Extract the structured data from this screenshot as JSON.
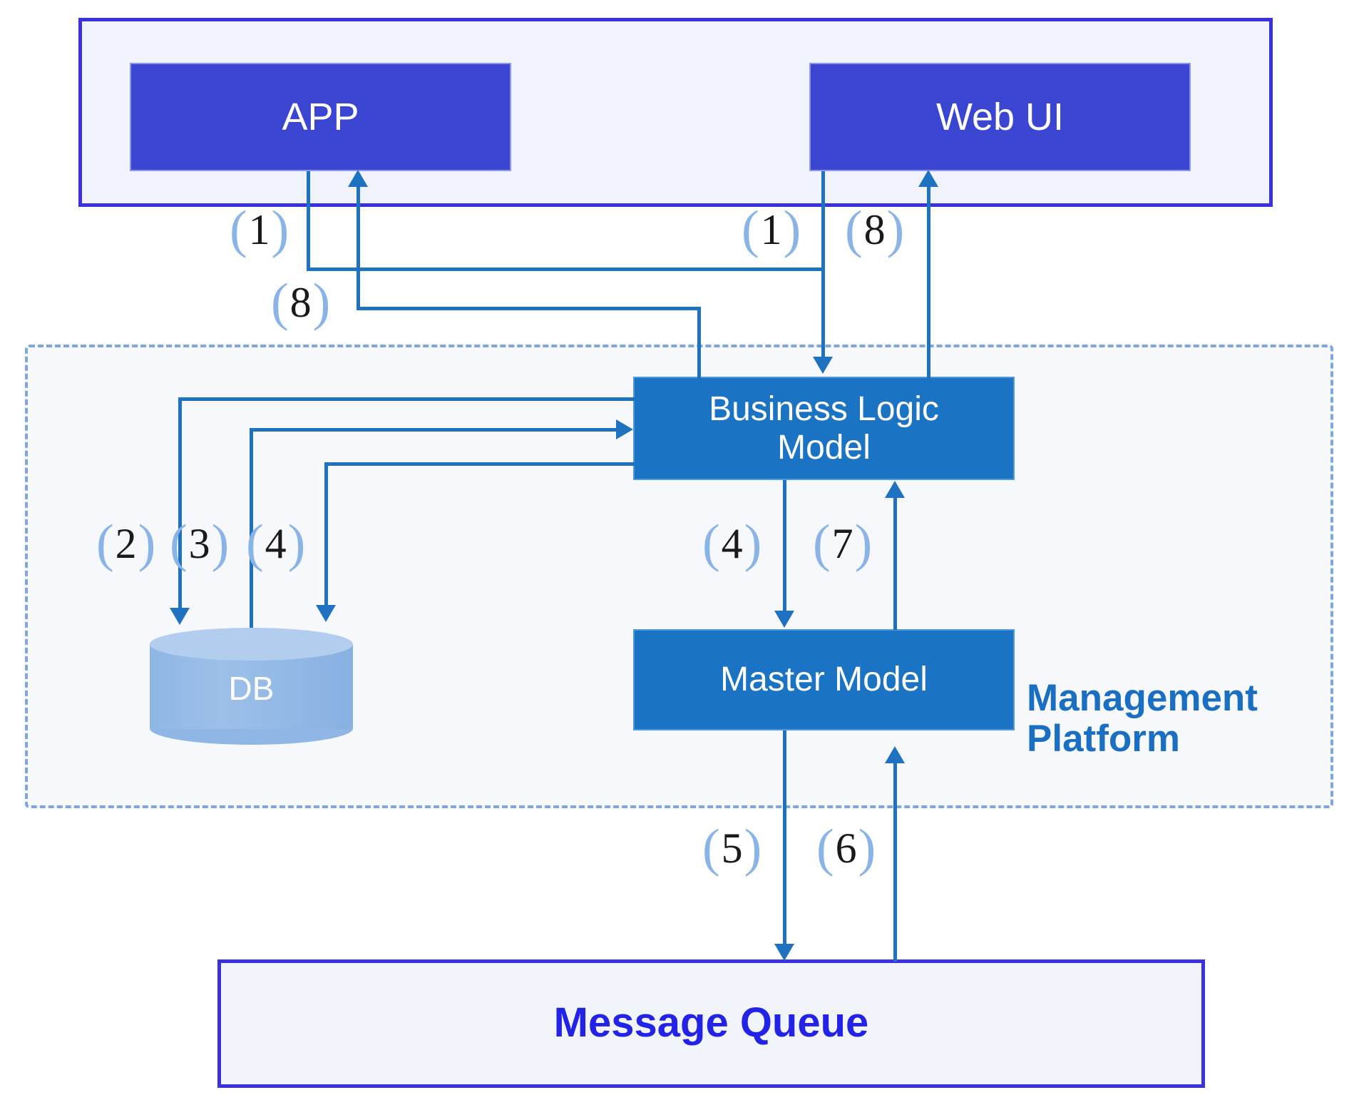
{
  "diagram": {
    "title_nodes": {
      "app": "APP",
      "web_ui": "Web UI",
      "business_logic_model": "Business Logic\nModel",
      "business_logic_line1": "Business Logic",
      "business_logic_line2": "Model",
      "master_model": "Master Model",
      "db": "DB",
      "message_queue": "Message Queue",
      "platform_line1": "Management",
      "platform_line2": "Platform"
    },
    "steps": [
      {
        "id": "s1a",
        "label": "1",
        "open": "(",
        "close": ")"
      },
      {
        "id": "s8a",
        "label": "8",
        "open": "(",
        "close": ")"
      },
      {
        "id": "s1b",
        "label": "1",
        "open": "(",
        "close": ")"
      },
      {
        "id": "s8b",
        "label": "8",
        "open": "(",
        "close": ")"
      },
      {
        "id": "s2",
        "label": "2",
        "open": "(",
        "close": ")"
      },
      {
        "id": "s3",
        "label": "3",
        "open": "(",
        "close": ")"
      },
      {
        "id": "s4a",
        "label": "4",
        "open": "(",
        "close": ")"
      },
      {
        "id": "s4b",
        "label": "4",
        "open": "(",
        "close": ")"
      },
      {
        "id": "s7",
        "label": "7",
        "open": "(",
        "close": ")"
      },
      {
        "id": "s5",
        "label": "5",
        "open": "(",
        "close": ")"
      },
      {
        "id": "s6",
        "label": "6",
        "open": "(",
        "close": ")"
      }
    ],
    "colors": {
      "client_box_fill": "#3a45d2",
      "client_band_border": "#3a31e0",
      "client_band_fill": "#f1f3fc",
      "platform_border": "#7ea7e0",
      "platform_fill": "#f6f8fc",
      "model_box_fill": "#1b73c4",
      "db_fill": "#8fb6e4",
      "db_top_fill": "#b3cdee",
      "connector": "#1f72c0",
      "platform_caption": "#1b6fc2",
      "mq_text": "#2323e8",
      "bracket": "#8ab4e8"
    }
  }
}
